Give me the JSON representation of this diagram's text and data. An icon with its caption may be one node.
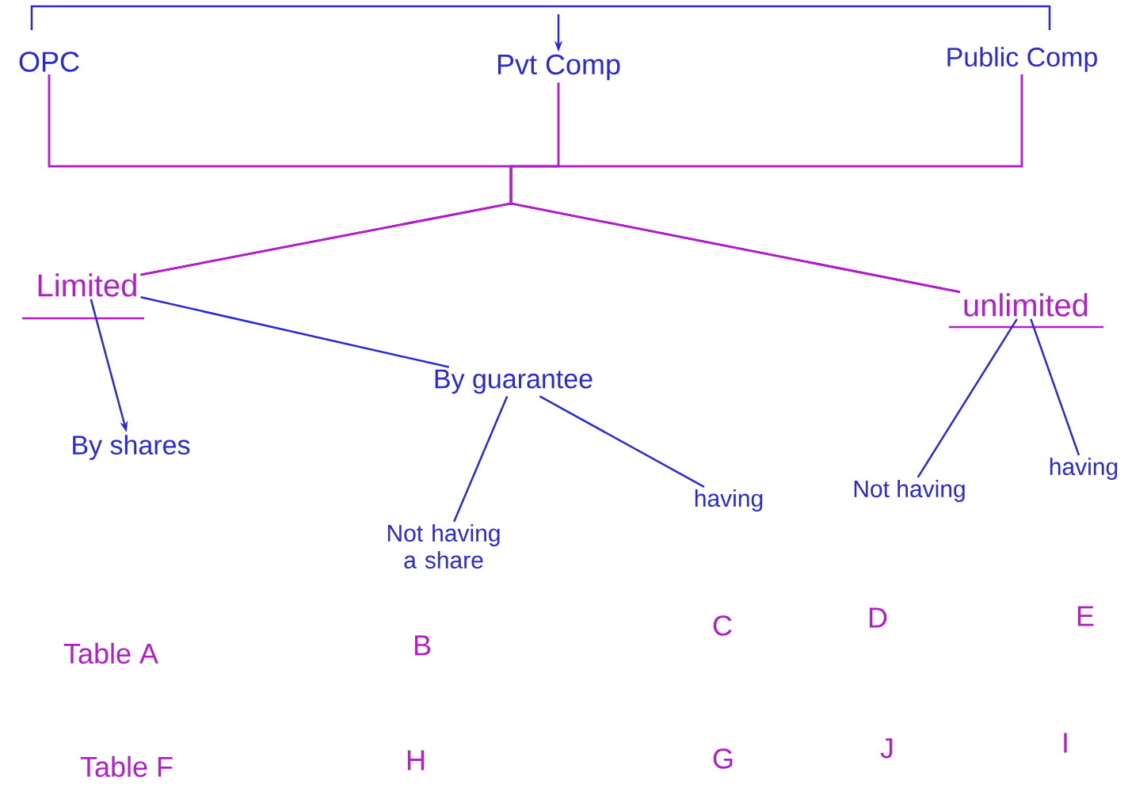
{
  "diagram": {
    "nodes": [
      {
        "text": [
          "OPC"
        ]
      },
      {
        "text": [
          "Pvt Comp"
        ]
      },
      {
        "text": [
          "Public Comp"
        ]
      },
      {
        "text": [
          "Limited"
        ]
      },
      {
        "text": [
          "unlimited"
        ]
      },
      {
        "text": [
          "By shares"
        ]
      },
      {
        "text": [
          "By guarantee"
        ]
      },
      {
        "text": [
          "Not having a share"
        ]
      },
      {
        "text": [
          "having"
        ]
      },
      {
        "text": [
          "Not having"
        ]
      },
      {
        "text": [
          "having"
        ]
      }
    ],
    "edges": [
      {
        "from": null,
        "to": 1,
        "arrow": "to"
      },
      {
        "from": 0,
        "to": 3,
        "arrow": "none",
        "color": "#b01fc8"
      },
      {
        "from": 0,
        "to": 4,
        "arrow": "none",
        "color": "#b01fc8"
      },
      {
        "from": 1,
        "to": 3,
        "arrow": "none",
        "color": "#b01fc8"
      },
      {
        "from": 1,
        "to": 4,
        "arrow": "none",
        "color": "#b01fc8"
      },
      {
        "from": 2,
        "to": 3,
        "arrow": "none",
        "color": "#b01fc8"
      },
      {
        "from": 2,
        "to": 4,
        "arrow": "none",
        "color": "#b01fc8"
      },
      {
        "from": 3,
        "to": 5,
        "arrow": "to"
      },
      {
        "from": 3,
        "to": 6,
        "arrow": "none"
      },
      {
        "from": 6,
        "to": 7,
        "arrow": "none"
      },
      {
        "from": 6,
        "to": 8,
        "arrow": "none"
      },
      {
        "from": 4,
        "to": 9,
        "arrow": "none"
      },
      {
        "from": 4,
        "to": 10,
        "arrow": "none"
      }
    ],
    "labels": [
      "Table A",
      "B",
      "C",
      "D",
      "E",
      "Table F",
      "H",
      "G",
      "J",
      "I"
    ]
  }
}
